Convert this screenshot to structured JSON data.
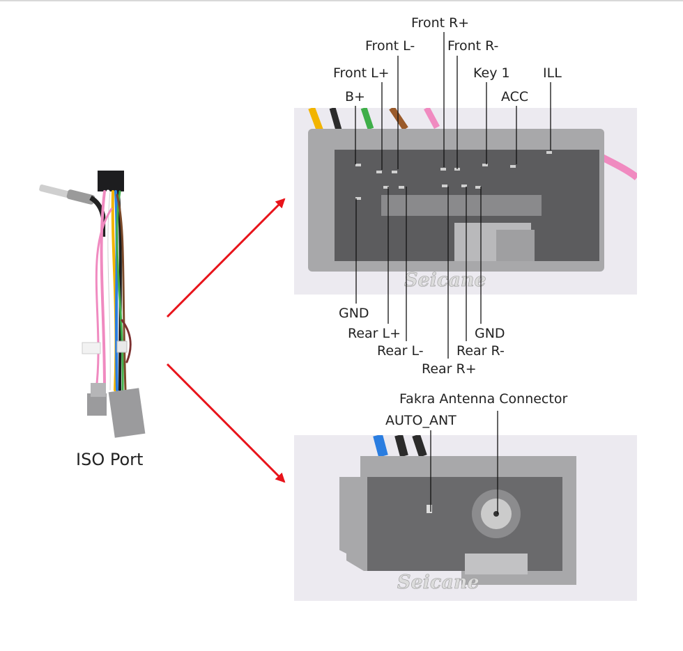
{
  "left_label": "ISO Port",
  "watermark": "Seicane",
  "top_connector": {
    "top_labels": [
      "Front R+",
      "Front L-",
      "Front R-",
      "Front L+",
      "Key 1",
      "ILL",
      "B+",
      "ACC"
    ],
    "bottom_labels": [
      "GND",
      "Rear L+",
      "GND",
      "Rear L-",
      "Rear R-",
      "Rear R+"
    ]
  },
  "bottom_connector": {
    "labels": [
      "Fakra Antenna Connector",
      "AUTO_ANT"
    ]
  },
  "colors": {
    "arrow": "#e8141b",
    "housing": "#a8a8aa",
    "background": "#ffffff"
  }
}
